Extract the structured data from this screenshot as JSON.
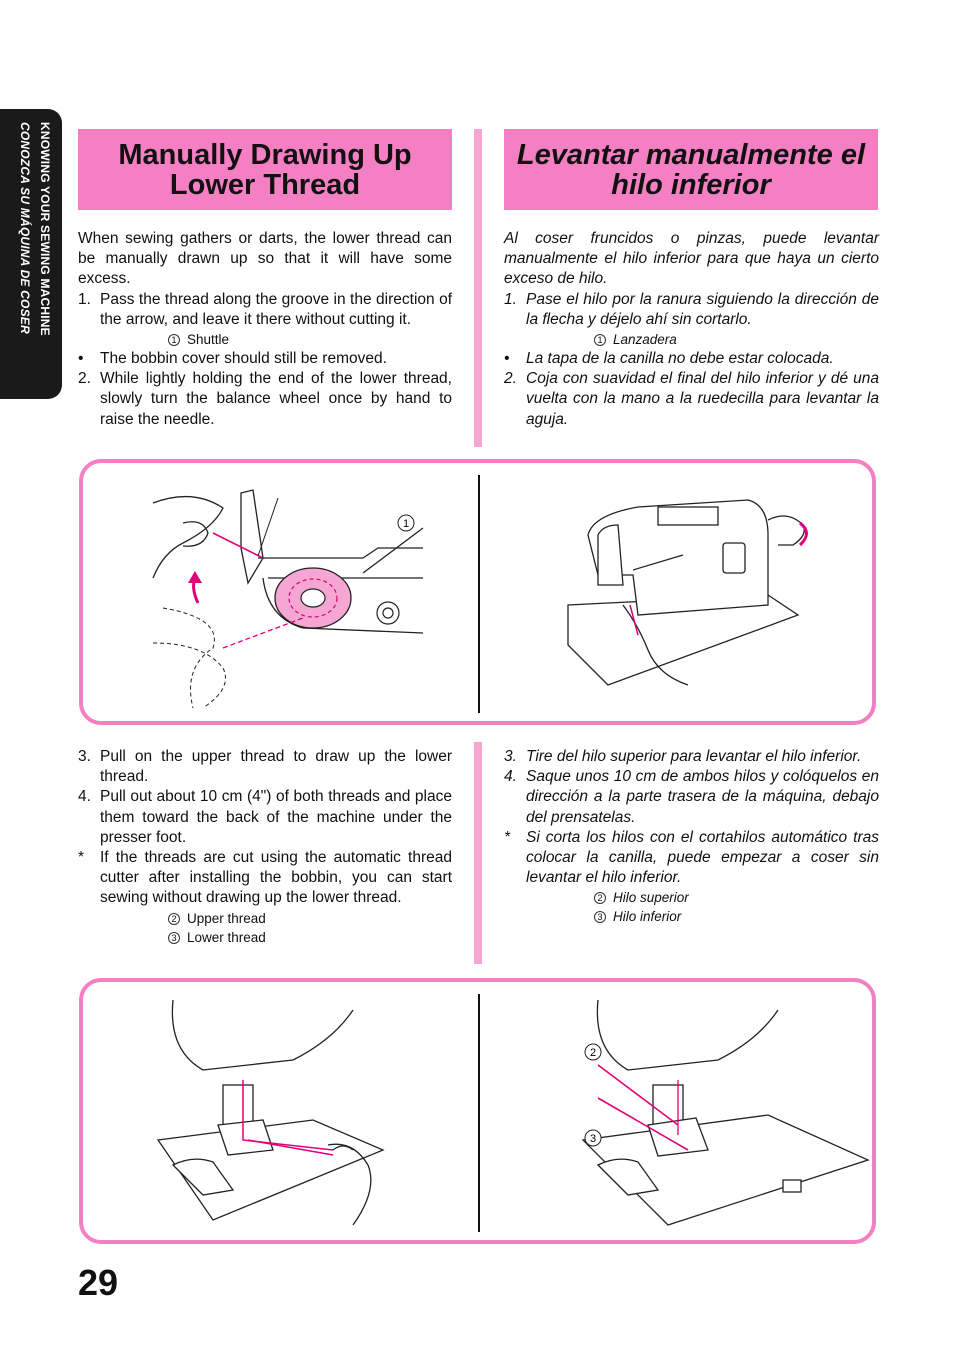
{
  "side_tab": {
    "line1": "KNOWING YOUR SEWING MACHINE",
    "line2": "CONOZCA SU MÁQUINA DE COSER"
  },
  "en": {
    "title": "Manually Drawing Up\nLower Thread",
    "intro": "When sewing gathers or darts, the lower thread can be manually drawn up so that it will have some excess.",
    "step1_num": "1.",
    "step1": "Pass the thread along the groove in the direction of the arrow, and leave it there without cutting it.",
    "cap1_num": "1",
    "cap1": "Shuttle",
    "bullet_sym": "•",
    "bullet": "The bobbin cover should still be removed.",
    "step2_num": "2.",
    "step2": "While lightly holding the end of the lower thread, slowly turn the balance wheel once by hand to raise the needle.",
    "step3_num": "3.",
    "step3": "Pull on the upper thread to draw up the lower thread.",
    "step4_num": "4.",
    "step4": "Pull out about 10 cm (4\") of both threads and place them toward the back of the machine under the presser foot.",
    "note_sym": "*",
    "note": "If the threads are cut using the automatic thread cutter after installing the bobbin, you can start sewing without drawing up the lower thread.",
    "cap2_num": "2",
    "cap2": "Upper thread",
    "cap3_num": "3",
    "cap3": "Lower thread"
  },
  "es": {
    "title": "Levantar manualmente el\nhilo inferior",
    "intro": "Al coser fruncidos o pinzas, puede levantar manualmente el hilo inferior para que haya un cierto exceso de hilo.",
    "step1_num": "1.",
    "step1": "Pase el hilo por la ranura siguiendo la dirección de la flecha y déjelo ahí sin cortarlo.",
    "cap1_num": "1",
    "cap1": "Lanzadera",
    "bullet_sym": "•",
    "bullet": "La tapa de la canilla no debe estar colocada.",
    "step2_num": "2.",
    "step2": "Coja con suavidad el final del hilo inferior y dé una vuelta con la mano a la ruedecilla para levantar la aguja.",
    "step3_num": "3.",
    "step3": "Tire del hilo superior para levantar el hilo inferior.",
    "step4_num": "4.",
    "step4": "Saque unos 10 cm de ambos hilos y colóquelos en dirección a la parte trasera de la máquina, debajo del prensatelas.",
    "note_sym": "*",
    "note": "Si corta los hilos con el cortahilos automático tras colocar la canilla, puede empezar a coser sin levantar el hilo inferior.",
    "cap2_num": "2",
    "cap2": "Hilo superior",
    "cap3_num": "3",
    "cap3": "Hilo inferior"
  },
  "figures": {
    "label1": "1",
    "label2": "2",
    "label3": "3"
  },
  "page_number": "29",
  "colors": {
    "accent": "#f57fc3",
    "accent_light": "#f6a6d2",
    "thread": "#e0007a"
  }
}
